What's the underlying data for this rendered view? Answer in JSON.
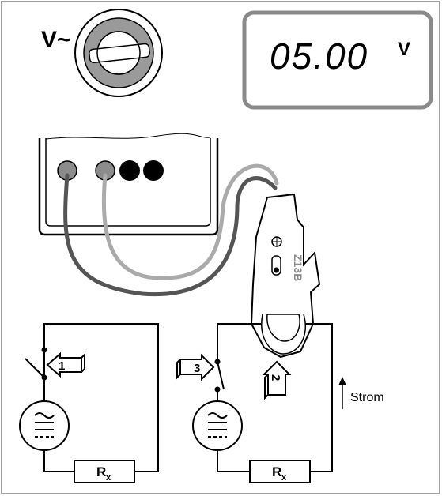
{
  "meter": {
    "dial_label": "V~",
    "display_value": "05.00",
    "display_unit": "V"
  },
  "clamp": {
    "model_label": "Z13B"
  },
  "circuit_left": {
    "step_number": "1",
    "resistor_label": "R",
    "resistor_subscript": "x"
  },
  "circuit_right": {
    "step_number_a": "3",
    "step_number_b": "2",
    "resistor_label": "R",
    "resistor_subscript": "x",
    "current_label": "Strom"
  },
  "colors": {
    "line": "#000000",
    "lead_dark": "#555555",
    "lead_light": "#aaaaaa",
    "display_border": "#8a8a8a",
    "dial_ring": "#9a9a9a",
    "jack_gray": "#8c8c8c",
    "jack_black": "#000000"
  }
}
